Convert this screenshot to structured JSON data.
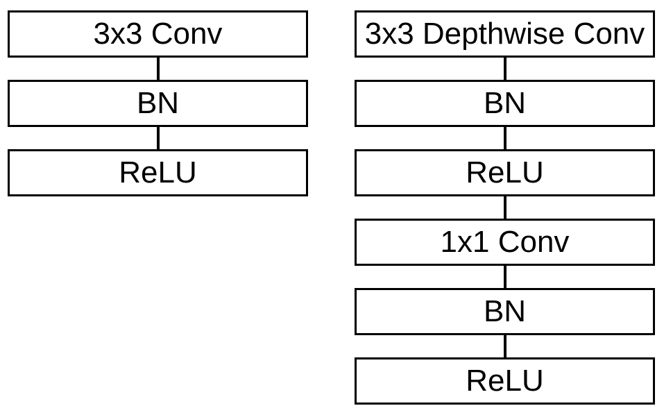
{
  "diagram": {
    "kind": "block-flow-diagram",
    "colors": {
      "background": "#ffffff",
      "box_fill": "#ffffff",
      "box_border": "#000000",
      "text": "#000000",
      "connector": "#000000"
    },
    "left_branch": {
      "name": "standard-convolution-block",
      "boxes": [
        {
          "label": "3x3 Conv"
        },
        {
          "label": "BN"
        },
        {
          "label": "ReLU"
        }
      ]
    },
    "right_branch": {
      "name": "depthwise-separable-convolution-block",
      "boxes": [
        {
          "label": "3x3 Depthwise Conv"
        },
        {
          "label": "BN"
        },
        {
          "label": "ReLU"
        },
        {
          "label": "1x1 Conv"
        },
        {
          "label": "BN"
        },
        {
          "label": "ReLU"
        }
      ]
    }
  }
}
